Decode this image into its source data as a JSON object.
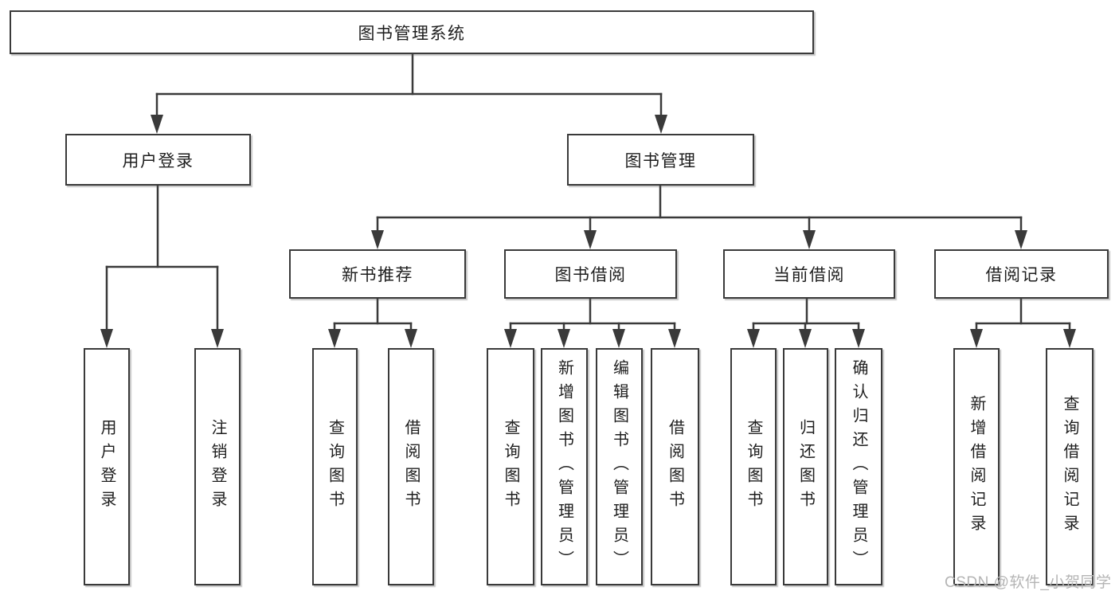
{
  "diagram_title": "图书管理系统",
  "colors": {
    "line": "#3a3a3a",
    "box_border": "#3a3a3a",
    "text": "#1e1e1e",
    "watermark": "#b5b5b5",
    "background": "#ffffff"
  },
  "nodes": {
    "root": "图书管理系统",
    "user_login": "用户登录",
    "book_mgmt": "图书管理",
    "new_book_rec": "新书推荐",
    "book_borrow": "图书借阅",
    "current_borrow": "当前借阅",
    "borrow_records": "借阅记录",
    "ul_user_login": "用户登录",
    "ul_logout": "注销登录",
    "nr_query_book": "查询图书",
    "nr_borrow_book": "借阅图书",
    "bb_query_book": "查询图书",
    "bb_add_book": "新增图书（管理员）",
    "bb_edit_book": "编辑图书（管理员）",
    "bb_borrow_book": "借阅图书",
    "cb_query_book": "查询图书",
    "cb_return_book": "归还图书",
    "cb_confirm_return": "确认归还（管理员）",
    "br_add_record": "新增借阅记录",
    "br_query_record": "查询借阅记录"
  },
  "watermark": "CSDN @软件_小贺同学"
}
